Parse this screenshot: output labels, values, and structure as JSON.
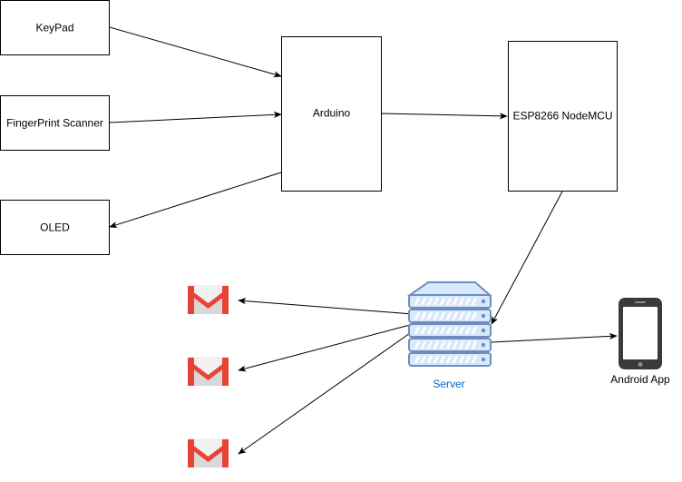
{
  "nodes": {
    "keypad": {
      "label": "KeyPad"
    },
    "fingerprint": {
      "label": "FingerPrint Scanner"
    },
    "oled": {
      "label": "OLED"
    },
    "arduino": {
      "label": "Arduino"
    },
    "esp": {
      "label": "ESP8266 NodeMCU"
    },
    "server": {
      "label": "Server"
    },
    "android": {
      "label": "Android App"
    }
  },
  "colors": {
    "server_stroke": "#6c8ebf",
    "server_fill": "#dae8fc",
    "server_label": "#0066cc",
    "gmail_red": "#ea4335",
    "gmail_light": "#f1f1f1",
    "gmail_shade": "#c5c5c5",
    "phone_body": "#3a3a3a",
    "phone_screen": "#ffffff"
  },
  "icons": {
    "mail": "gmail-icon",
    "server": "server-rack-icon",
    "phone": "smartphone-icon"
  }
}
